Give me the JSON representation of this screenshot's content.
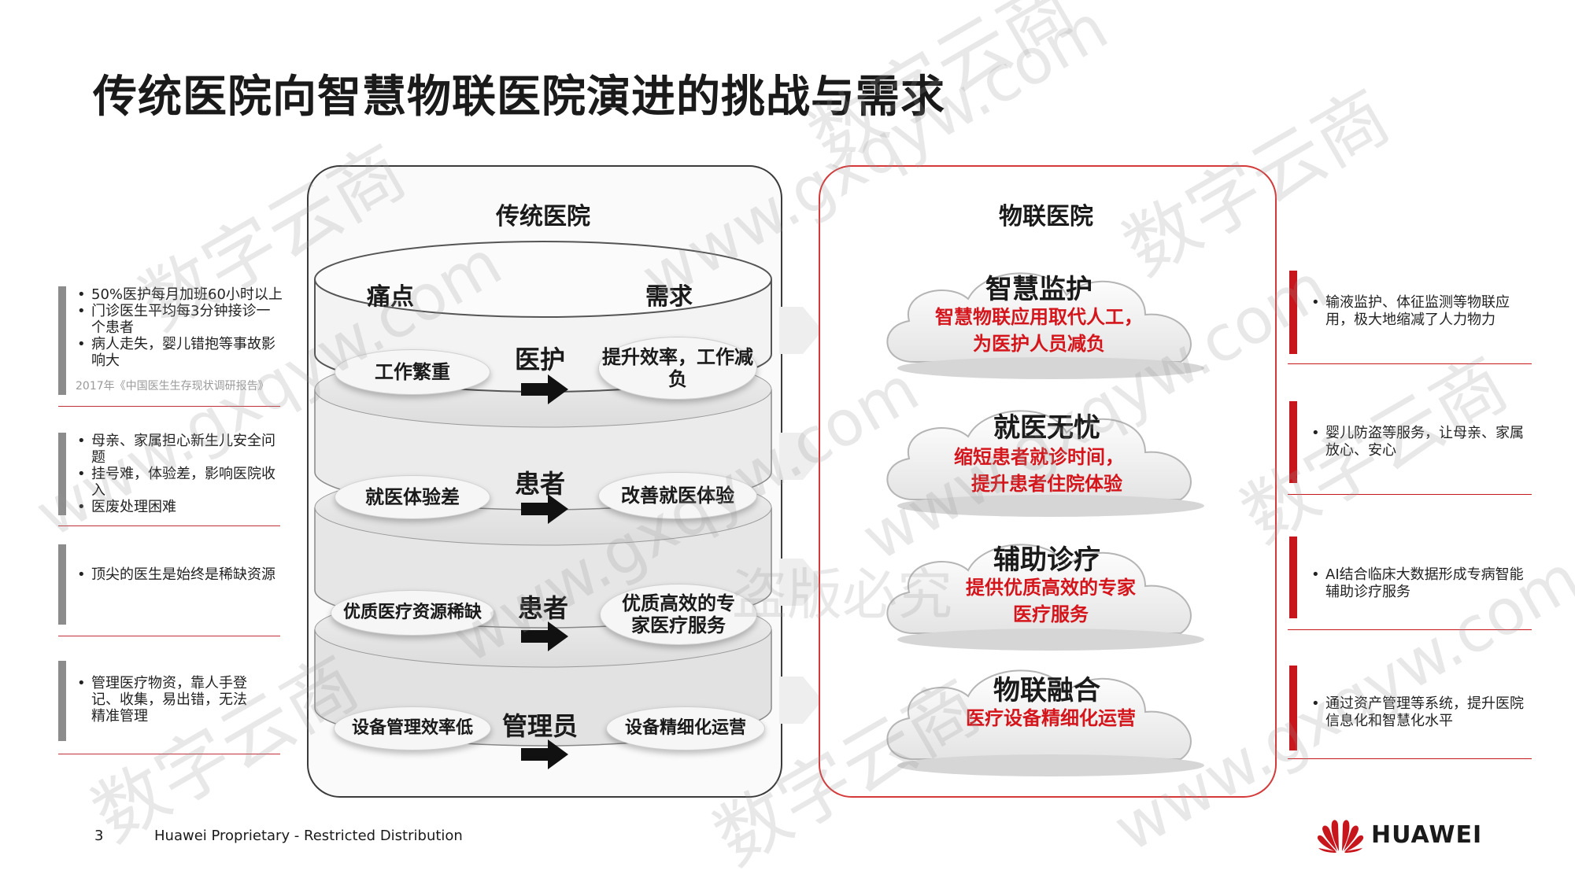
{
  "title": "传统医院向智慧物联医院演进的挑战与需求",
  "watermark": [
    "数字云商",
    "www.gxqyw.com",
    "盗版必究"
  ],
  "left_notes": [
    {
      "items": [
        "50%医护每月加班60小时以上",
        "门诊医生平均每3分钟接诊一个患者",
        "病人走失，婴儿错抱等事故影响大"
      ],
      "source": "2017年《中国医生生存现状调研报告》"
    },
    {
      "items": [
        "母亲、家属担心新生儿安全问题",
        "挂号难，体验差，影响医院收入",
        "医废处理困难"
      ]
    },
    {
      "items": [
        "顶尖的医生是始终是稀缺资源"
      ]
    },
    {
      "items": [
        "管理医疗物资，靠人手登记、收集，易出错，无法精准管理"
      ]
    }
  ],
  "traditional": {
    "title": "传统医院",
    "header_pain": "痛点",
    "header_need": "需求",
    "layers": [
      {
        "pain": "工作繁重",
        "role": "医护",
        "need": "提升效率，工作减负"
      },
      {
        "pain": "就医体验差",
        "role": "患者",
        "need": "改善就医体验"
      },
      {
        "pain": "优质医疗资源稀缺",
        "role": "患者",
        "need": "优质高效的专家医疗服务"
      },
      {
        "pain": "设备管理效率低",
        "role": "管理员",
        "need": "设备精细化运营"
      }
    ]
  },
  "iot": {
    "title": "物联医院",
    "clouds": [
      {
        "title": "智慧监护",
        "line1": "智慧物联应用取代人工，",
        "line2": "为医护人员减负"
      },
      {
        "title": "就医无忧",
        "line1": "缩短患者就诊时间，",
        "line2": "提升患者住院体验"
      },
      {
        "title": "辅助诊疗",
        "line1": "提供优质高效的专家",
        "line2": "医疗服务"
      },
      {
        "title": "物联融合",
        "line1": "医疗设备精细化运营",
        "line2": ""
      }
    ]
  },
  "right_notes": [
    "输液监护、体征监测等物联应用，极大地缩减了人力物力",
    "婴儿防盗等服务，让母亲、家属放心、安心",
    "AI结合临床大数据形成专病智能辅助诊疗服务",
    "通过资产管理等系统，提升医院信息化和智慧化水平"
  ],
  "footer": {
    "page": "3",
    "text": "Huawei Proprietary - Restricted Distribution",
    "brand": "HUAWEI"
  },
  "colors": {
    "accent_red": "#c8161d",
    "gray_bar": "#8c8c8c"
  }
}
